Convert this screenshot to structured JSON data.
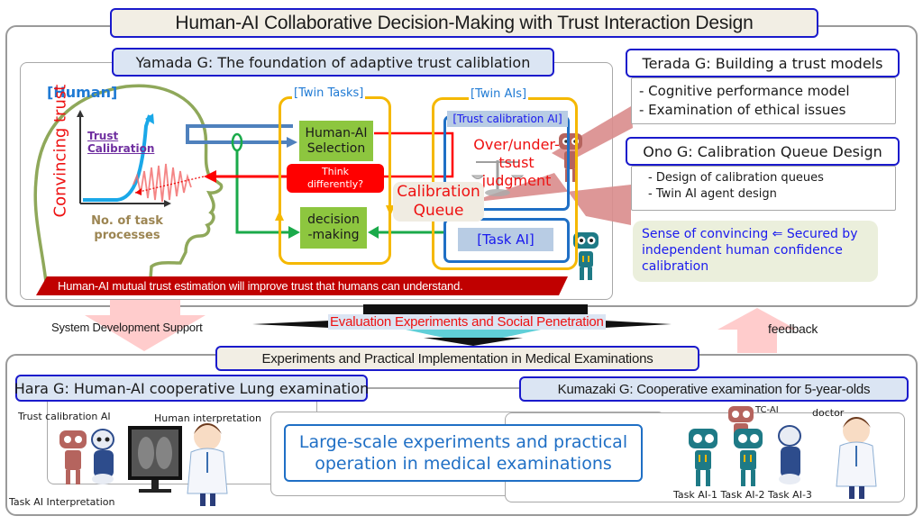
{
  "title": "Human-AI Collaborative Decision-Making with Trust Interaction Design",
  "yamada": {
    "header": "Yamada G: The foundation of adaptive trust caliblation",
    "human_label": "[Human]",
    "y_axis_label": "Convincing trust",
    "curve_label_line1": "Trust",
    "curve_label_line2": "Calibration",
    "x_axis_label_line1": "No. of task",
    "x_axis_label_line2": "processes",
    "twin_tasks_label": "[Twin Tasks]",
    "selection_line1": "Human-AI",
    "selection_line2": "Selection",
    "decision_line1": "decision",
    "decision_line2": "-making",
    "think_line1": "Think",
    "think_line2": "differently?",
    "twin_ais_label": "[Twin AIs]",
    "trust_ai_label": "[Trust calibration AI]",
    "judgment_line1": "Over/under-",
    "judgment_line2": "tsust  judgment",
    "task_ai_label": "[Task AI]",
    "queue_line1": "Calibration",
    "queue_line2": "Queue",
    "banner": "Human-AI mutual trust estimation will improve trust that humans can understand."
  },
  "terada": {
    "header": "Terada G: Building a trust models",
    "items": [
      "- Cognitive performance model",
      "- Examination of ethical issues"
    ]
  },
  "ono": {
    "header": "Ono G: Calibration Queue Design",
    "items": [
      "- Design of calibration queues",
      "- Twin AI agent design"
    ]
  },
  "convincing_note": {
    "line1": "Sense of convincing ⇐ Secured by",
    "line2": "independent human confidence",
    "line3": "calibration"
  },
  "middle": {
    "left_arrow_label": "System Development Support",
    "center_label": "Evaluation Experiments and Social Penetration",
    "right_arrow_label": "feedback"
  },
  "medical": {
    "header": "Experiments and Practical Implementation in Medical Examinations",
    "hara": {
      "header": "Hara G: Human-AI cooperative Lung examination",
      "trust_ai_label": "Trust calibration AI",
      "human_label": "Human interpretation",
      "task_ai_label": "Task AI Interpretation"
    },
    "center_line1": "Large-scale experiments and practical",
    "center_line2": "operation in medical examinations",
    "kumazaki": {
      "header": "Kumazaki G: Cooperative examination for 5-year-olds",
      "tc_ai_label": "TC-AI",
      "doctor_label": "doctor",
      "task_labels": "Task AI-1 Task AI-2 Task AI-3"
    }
  },
  "colors": {
    "header_border": "#1a1acc",
    "accent_red": "#ff0000",
    "banner_red": "#c00000",
    "selection_green": "#8dc63f",
    "frame_yellow": "#f5b800",
    "frame_blue": "#1f6fc5",
    "arrow_pink": "#ffc8c8",
    "callout_pink": "#d98c8c"
  }
}
